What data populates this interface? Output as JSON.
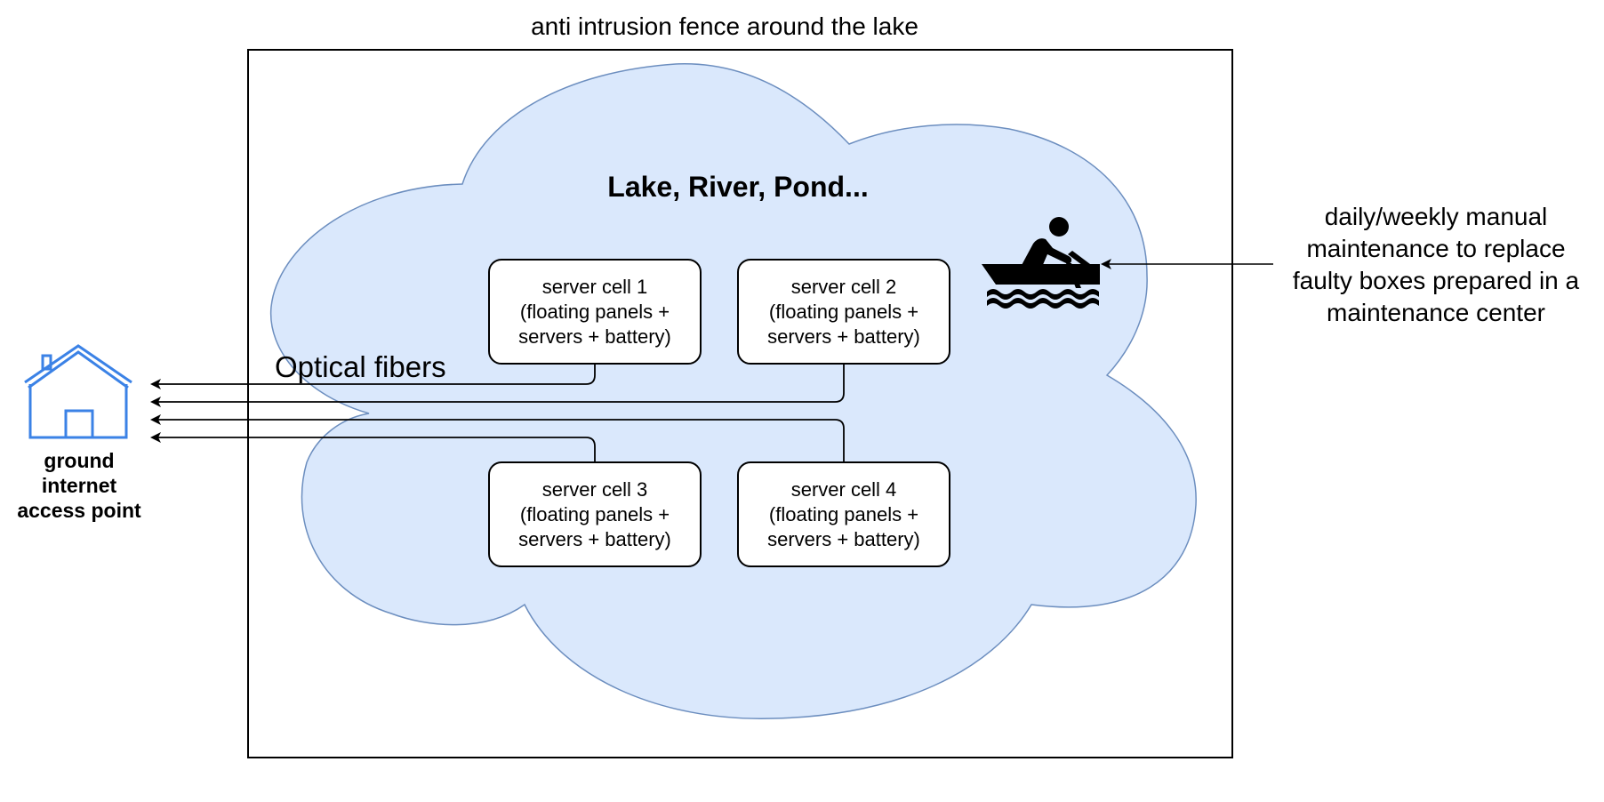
{
  "fence": {
    "label": "anti intrusion fence around the lake"
  },
  "lake": {
    "title": "Lake, River, Pond..."
  },
  "fibers": {
    "label": "Optical fibers"
  },
  "access_point": {
    "lines": [
      "ground",
      "internet",
      "access point"
    ],
    "icon": "house-icon",
    "color": "#3b82e6"
  },
  "maintenance": {
    "lines": [
      "daily/weekly manual",
      "maintenance to replace",
      "faulty boxes prepared in a",
      "maintenance center"
    ],
    "icon": "rowing-boat-icon"
  },
  "cells": [
    {
      "lines": [
        "server cell 1",
        "(floating panels +",
        "servers + battery)"
      ]
    },
    {
      "lines": [
        "server cell 2",
        "(floating panels +",
        "servers + battery)"
      ]
    },
    {
      "lines": [
        "server cell 3",
        "(floating panels +",
        "servers + battery)"
      ]
    },
    {
      "lines": [
        "server cell 4",
        "(floating panels +",
        "servers + battery)"
      ]
    }
  ],
  "colors": {
    "lake_fill": "#dae8fc",
    "lake_stroke": "#6c8ebf",
    "house": "#3b82e6",
    "line": "#000000"
  }
}
